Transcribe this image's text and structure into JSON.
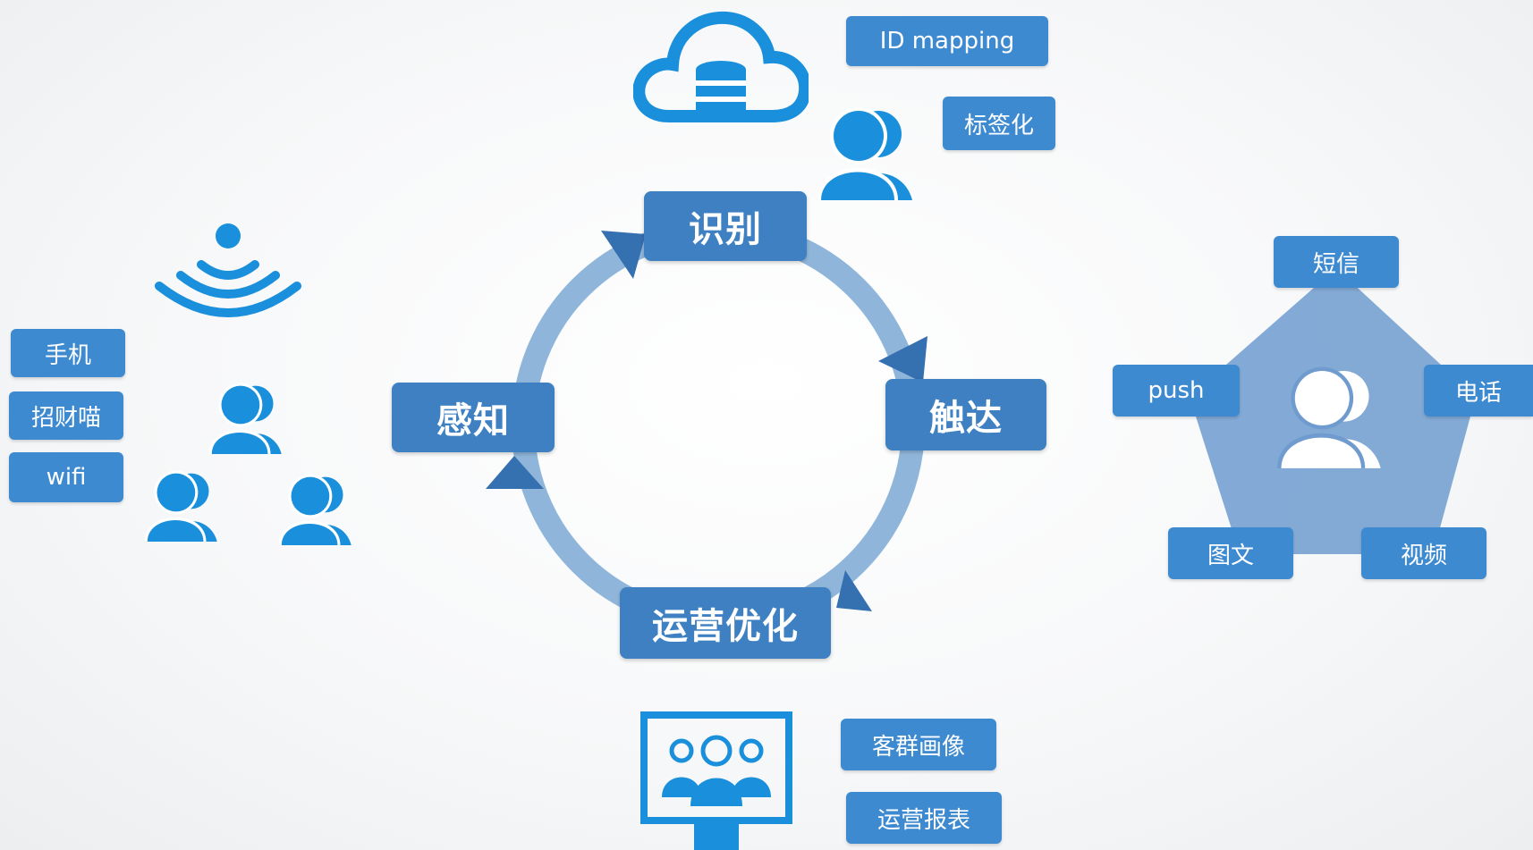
{
  "cycle": {
    "top": "识别",
    "right": "触达",
    "bottom": "运营优化",
    "left": "感知"
  },
  "identify_tags": [
    "ID mapping",
    "标签化"
  ],
  "perception_tags": [
    "手机",
    "招财喵",
    "wifi"
  ],
  "reach_channels": [
    "短信",
    "电话",
    "push",
    "图文",
    "视频"
  ],
  "optimize_tags": [
    "客群画像",
    "运营报表"
  ],
  "colors": {
    "accent": "#3e8ad1",
    "stage": "#3e80c2",
    "ring": "#8fb6da",
    "icon": "#1a8fdb",
    "pentagon": "#6f9bcf"
  },
  "icons": [
    "cloud-database-icon",
    "user-group-icon",
    "wifi-signal-icon",
    "monitor-users-icon"
  ]
}
